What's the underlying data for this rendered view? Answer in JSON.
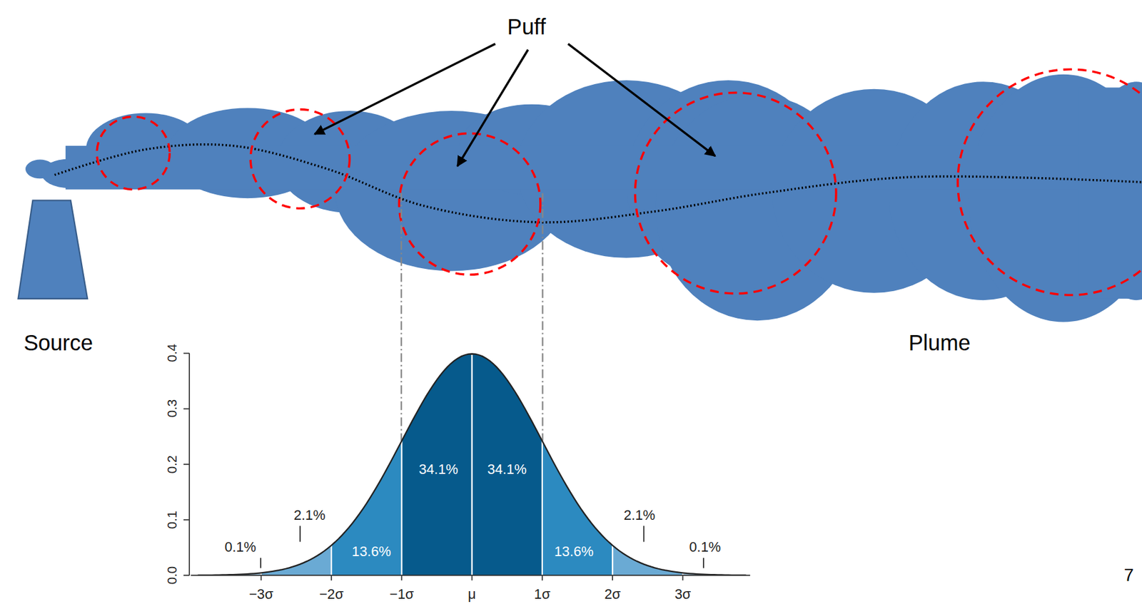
{
  "diagram": {
    "labels": [
      "Puff",
      "Source",
      "Plume",
      "7",
      "0.4",
      "0.3",
      "0.2",
      "0.1",
      "0.0",
      "34.1%",
      "34.1%",
      "13.6%",
      "13.6%",
      "2.1%",
      "2.1%",
      "0.1%",
      "0.1%",
      "−3σ",
      "−2σ",
      "−1σ",
      "μ",
      "1σ",
      "2σ",
      "3σ"
    ]
  }
}
